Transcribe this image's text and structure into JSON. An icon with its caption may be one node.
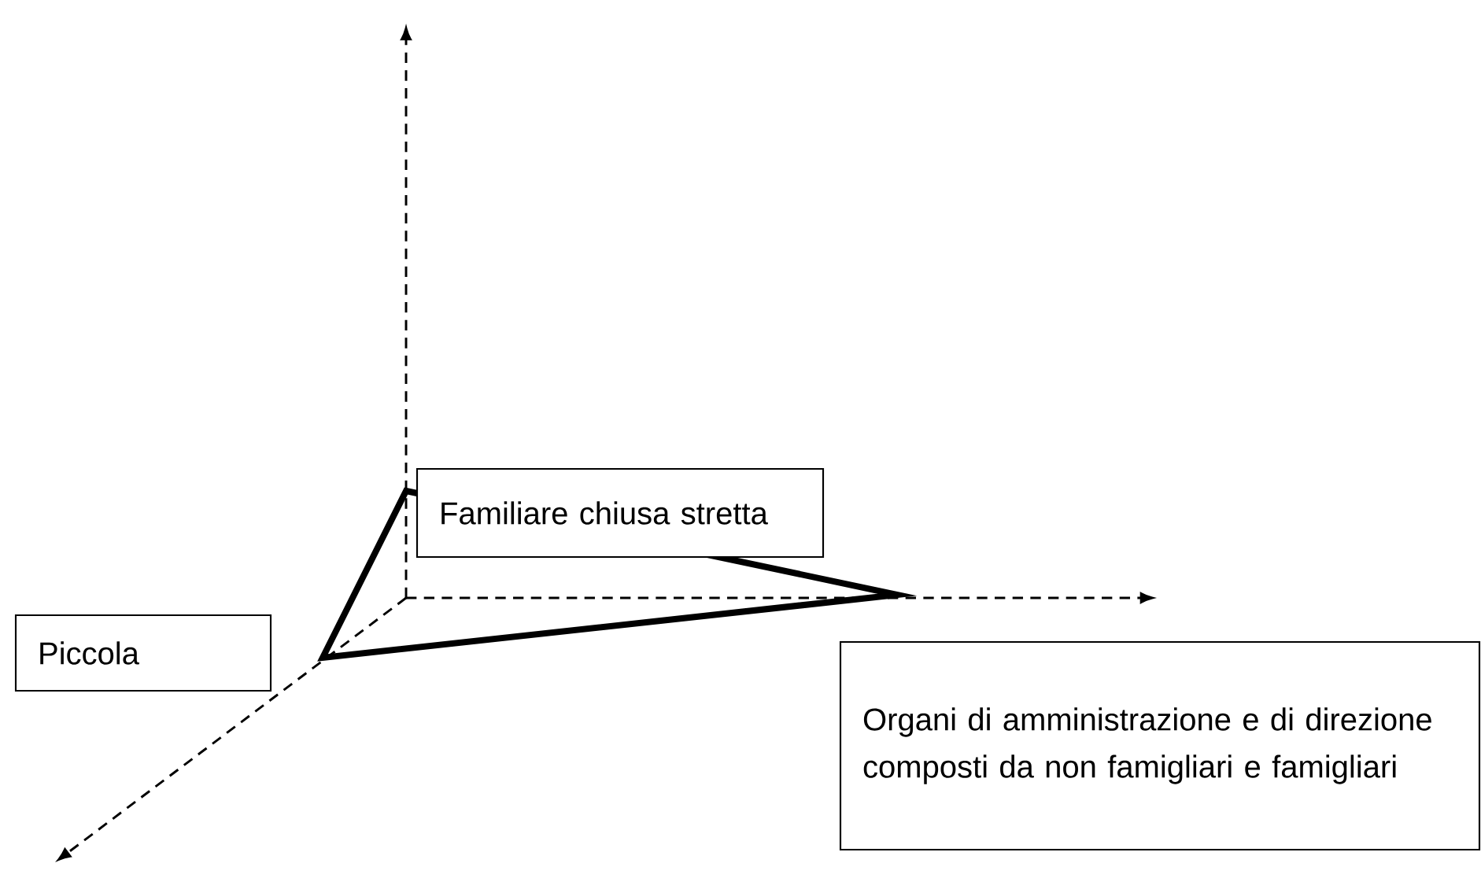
{
  "diagram": {
    "nodes": [
      {
        "text": [
          "Familiare chiusa stretta"
        ]
      },
      {
        "text": [
          "Piccola"
        ]
      },
      {
        "text": [
          "Organi di amministrazione e di direzione composti da non famigliari e famigliari"
        ]
      }
    ]
  }
}
